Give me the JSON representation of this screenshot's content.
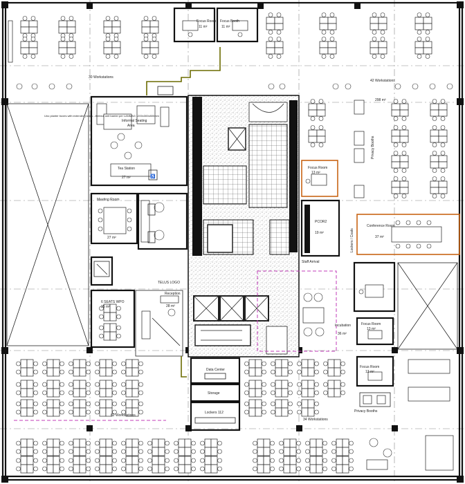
{
  "plan": {
    "zones": {
      "workstations_30": "30 Workstations",
      "workstations_42": "42 Workstations",
      "workstations_62": "62 Workstations",
      "workstations_34": "34 Workstations",
      "area_298": "298 m²"
    },
    "rooms": {
      "focus_room_1": "Focus Room",
      "focus_room_1_area": "11 m²",
      "focus_booth": "Focus Booth",
      "focus_booth_area": "11 m²",
      "informal_seating": "Informal Seating",
      "informal_seating_sub": "Area",
      "tea_station": "Tea Station",
      "tea_station_area": "27 m²",
      "meeting_room": "Meeting Room",
      "meeting_room_area": "27 m²",
      "seats_wpo": "6 SEATS WPO",
      "seats_wpo_area": "25 m²",
      "reception": "Reception",
      "reception_area": "28 m²",
      "telus_logo": "TELUS LOGO",
      "focus_room_2": "Focus Room",
      "focus_room_2_area": "13 m²",
      "pcor2": "PCOR2",
      "pcor2_area": "19 m²",
      "conference_room": "Conference Room",
      "conference_room_area": "37 m²",
      "staff_arrival": "Staff Arrival",
      "incubation": "Incubation",
      "incubation_area": "36 m²",
      "focus_room_3": "Focus Room",
      "focus_room_3_area": "13 m²",
      "focus_room_4": "Focus Room",
      "focus_room_4_area": "13 m²",
      "data_center": "Data Center",
      "storage": "Storage",
      "lockers": "Lockers 112",
      "privacy_booths": "Privacy Booths",
      "privacy_booths_2": "Privacy Booths",
      "lockers_coats": "Lockers / Coats"
    },
    "notes": {
      "planter_note": "Uno planter boxes with extended plants - Ambius unit barrier per LANMAG 1200x300x800mm"
    }
  }
}
